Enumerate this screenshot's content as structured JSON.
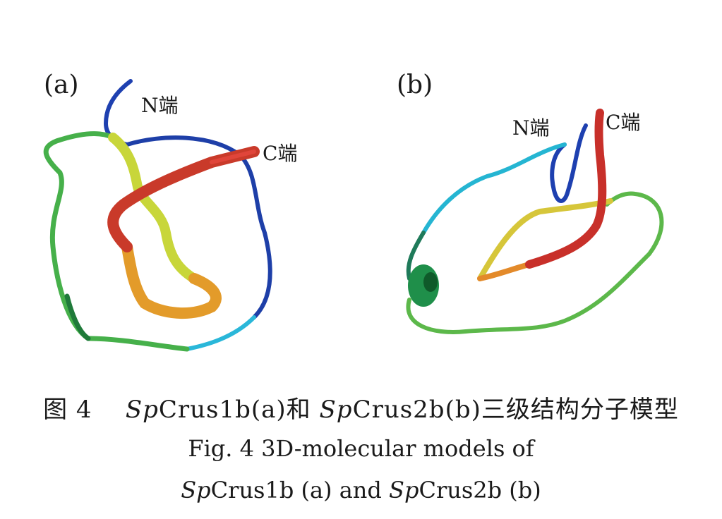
{
  "figure": {
    "panel_a": {
      "label": "(a)",
      "n_terminus": "N端",
      "c_terminus": "C端"
    },
    "panel_b": {
      "label": "(b)",
      "n_terminus": "N端",
      "c_terminus": "C端"
    },
    "caption_cn": {
      "prefix": "图 4",
      "sp1": "Sp",
      "name1": "Crus1b(a)和 ",
      "sp2": "Sp",
      "name2": "Crus2b(b)三级结构分子模型"
    },
    "caption_en_line1": "Fig. 4   3D-molecular models of",
    "caption_en_line2": {
      "sp1": "Sp",
      "name1": "Crus1b (a) and ",
      "sp2": "Sp",
      "name2": "Crus2b (b)"
    }
  }
}
